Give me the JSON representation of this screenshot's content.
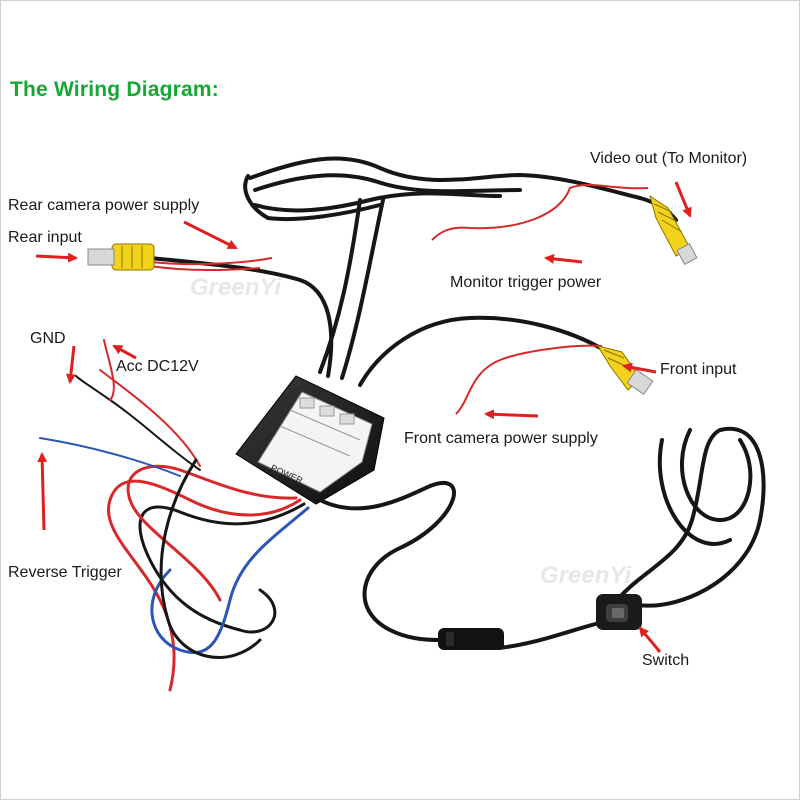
{
  "title": "The Wiring Diagram:",
  "watermarks": [
    "GreenYi",
    "GreenYi"
  ],
  "labels": {
    "rear_power": "Rear camera power supply",
    "rear_input": "Rear input",
    "video_out": "Video out (To Monitor)",
    "monitor_trigger": "Monitor trigger power",
    "gnd": "GND",
    "acc": "Acc DC12V",
    "front_input": "Front input",
    "front_power": "Front camera power supply",
    "reverse_trigger": "Reverse Trigger",
    "switch": "Switch"
  },
  "box_text": "POWER",
  "colors": {
    "title": "#16a834",
    "arrow": "#e02020",
    "cable": "#161616",
    "rca_yellow": "#f2d21a",
    "wire_red": "#d8282a",
    "wire_blue": "#2a56b8"
  }
}
